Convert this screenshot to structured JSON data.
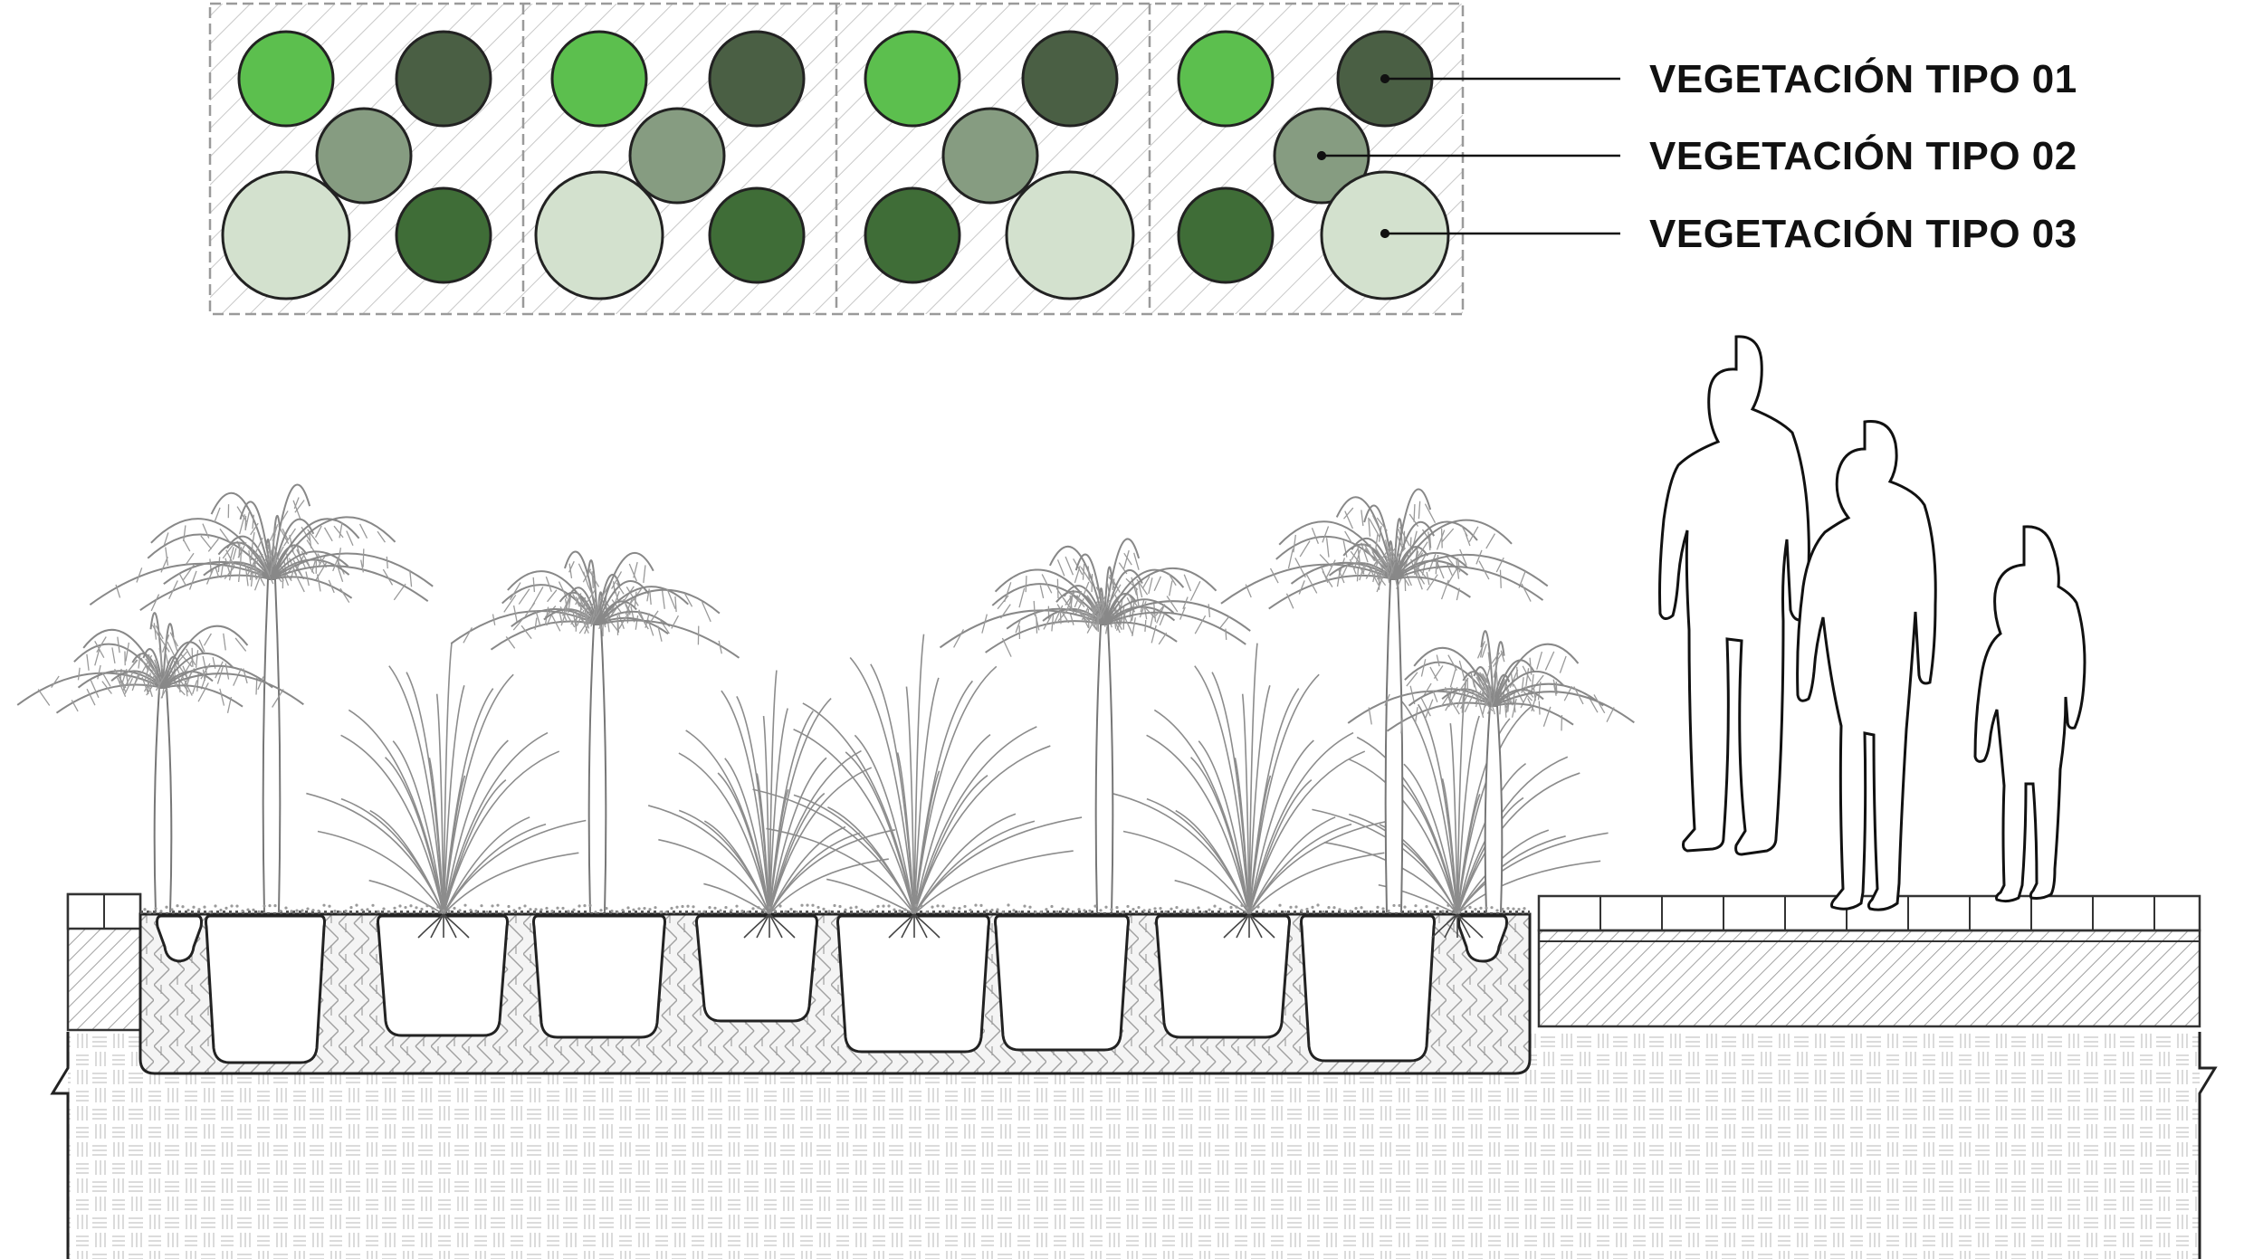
{
  "legend": {
    "items": [
      {
        "label": "VEGETACIÓN TIPO 01",
        "color": "#4a5f44"
      },
      {
        "label": "VEGETACIÓN TIPO 02",
        "color": "#869c81"
      },
      {
        "label": "VEGETACIÓN TIPO 03",
        "color": "#d3e1ce"
      }
    ]
  },
  "palette": {
    "bright_green": "#5cbf4e",
    "dark_green": "#4a5f44",
    "medium_green": "#869c81",
    "pale_green": "#d3e1ce",
    "forest_green": "#3f6d37",
    "line": "#333333",
    "hatch": "#bdbdbd"
  }
}
